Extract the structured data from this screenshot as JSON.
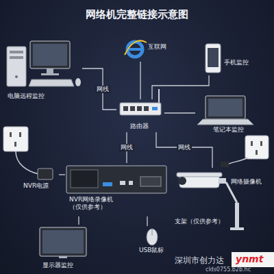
{
  "diagram": {
    "title": "网络机完整链接示意图",
    "nodes": [
      {
        "text": [
          "电脑远程监控"
        ]
      },
      {
        "text": [
          "互联网"
        ]
      },
      {
        "text": [
          "手机监控"
        ]
      },
      {
        "text": [
          "路由器"
        ]
      },
      {
        "text": [
          "笔记本监控"
        ]
      },
      {
        "text": [
          "NVR电源"
        ]
      },
      {
        "text": [
          "NVR网络录像机 （仅供参考）"
        ]
      },
      {
        "text": [
          "网络摄像机"
        ]
      },
      {
        "text": [
          "显示器监控"
        ]
      },
      {
        "text": [
          "USB鼠标"
        ]
      }
    ],
    "edges": [
      {
        "from": 0,
        "to": 3,
        "label": "网线",
        "arrow": "none"
      },
      {
        "from": 1,
        "to": 3,
        "arrow": "none"
      },
      {
        "from": 2,
        "to": 3,
        "arrow": "none"
      },
      {
        "from": 4,
        "to": 3,
        "arrow": "none"
      },
      {
        "from": 3,
        "to": 6,
        "label": "网线",
        "arrow": "none"
      },
      {
        "from": 3,
        "to": 7,
        "label": "网线",
        "arrow": "none"
      },
      {
        "from": 5,
        "to": 6,
        "arrow": "none"
      },
      {
        "from": 6,
        "to": 8,
        "arrow": "none"
      },
      {
        "from": 6,
        "to": 9,
        "arrow": "none"
      }
    ],
    "labels": [
      "支架（仅供参考）",
      "深圳市创力达",
      "ynmt",
      "clds0755.b2b.hc"
    ]
  }
}
